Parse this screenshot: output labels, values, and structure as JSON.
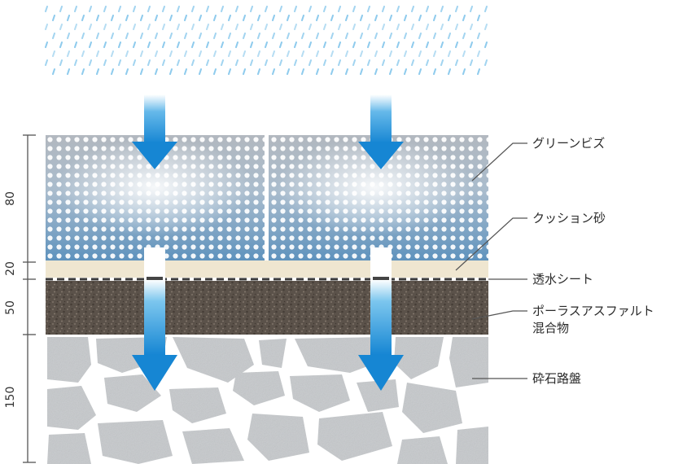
{
  "labels": {
    "green_bead": "グリーンビズ",
    "cushion_sand": "クッション砂",
    "permeable_sheet": "透水シート",
    "porous_asphalt_1": "ポーラスアスファルト",
    "porous_asphalt_2": "混合物",
    "crushed_stone": "砕石路盤"
  },
  "dimensions": {
    "green_bead": "80",
    "cushion_sand": "20",
    "asphalt": "50",
    "crushed_stone": "150"
  },
  "colors": {
    "rain": "#7cc3ea",
    "arrow": "#1e8fd6",
    "bead_top": "#aeb6bf",
    "bead_bottom": "#5b8fba",
    "sand": "#efe6d0",
    "asphalt": "#5e554c",
    "stone_gap": "#ffffff",
    "stone": "#c7cacd"
  }
}
